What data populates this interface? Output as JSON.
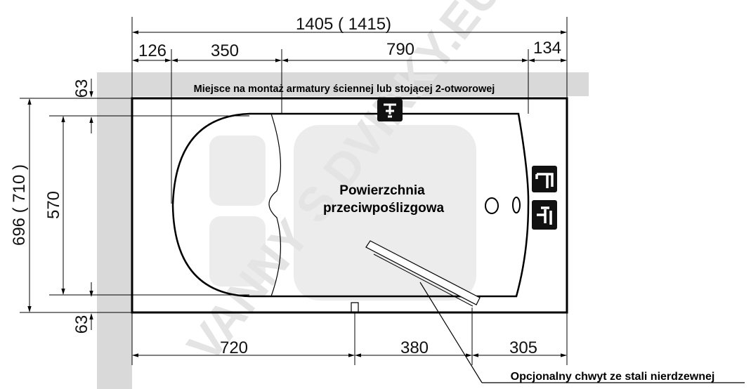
{
  "dimensions": {
    "total_width": "1405 ( 1415)",
    "top_segment_1": "126",
    "top_segment_2": "350",
    "top_segment_3": "790",
    "top_segment_4": "134",
    "bottom_segment_1": "720",
    "bottom_segment_2": "380",
    "bottom_segment_3": "305",
    "total_height": "696 ( 710 )",
    "inner_height": "570",
    "top_offset": "63",
    "bottom_offset": "63"
  },
  "labels": {
    "mounting_note": "Miejsce na montaż armatury ściennej lub stojącej  2-otworowej",
    "surface_line1": "Powierzchnia",
    "surface_line2": "przeciwpoślizgowa",
    "grab_handle_note": "Opcjonalny chwyt ze stali nierdzewnej"
  },
  "watermark": {
    "brand": "VANNY S DVIRKY.EU",
    "color": "#d9d9d9"
  },
  "icons": {
    "top_faucet": "wall-faucet-icon",
    "side_faucet_1": "standing-faucet-icon",
    "side_faucet_2": "mixer-faucet-icon"
  }
}
